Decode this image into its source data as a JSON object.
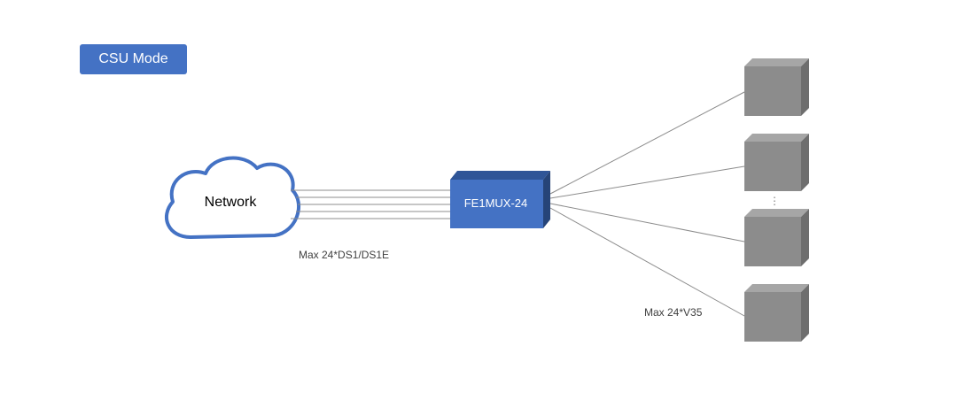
{
  "badge": {
    "label": "CSU Mode"
  },
  "network": {
    "label": "Network"
  },
  "device": {
    "label": "FE1MUX-24"
  },
  "links": {
    "network_side": "Max 24*DS1/DS1E",
    "terminal_side": "Max 24*V35"
  },
  "ellipsis": "⋮",
  "colors": {
    "accent": "#4472c4",
    "device_front": "#4472c4",
    "device_top": "#2f5597",
    "terminal_front": "#8c8c8c",
    "terminal_top": "#a6a6a6",
    "terminal_side": "#6e6e6e",
    "line": "#8c8c8c"
  }
}
